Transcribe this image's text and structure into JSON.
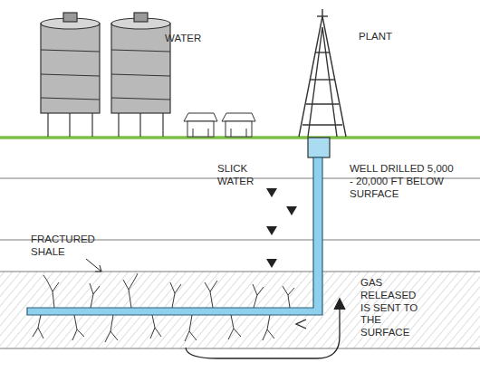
{
  "diagram": {
    "labels": [
      "WATER",
      "PLANT",
      "SLICK WATER",
      "WELL DRILLED 5,000 - 20,000 FT BELOW SURFACE",
      "FRACTURED SHALE",
      "GAS RELEASED IS SENT TO THE SURFACE"
    ]
  }
}
